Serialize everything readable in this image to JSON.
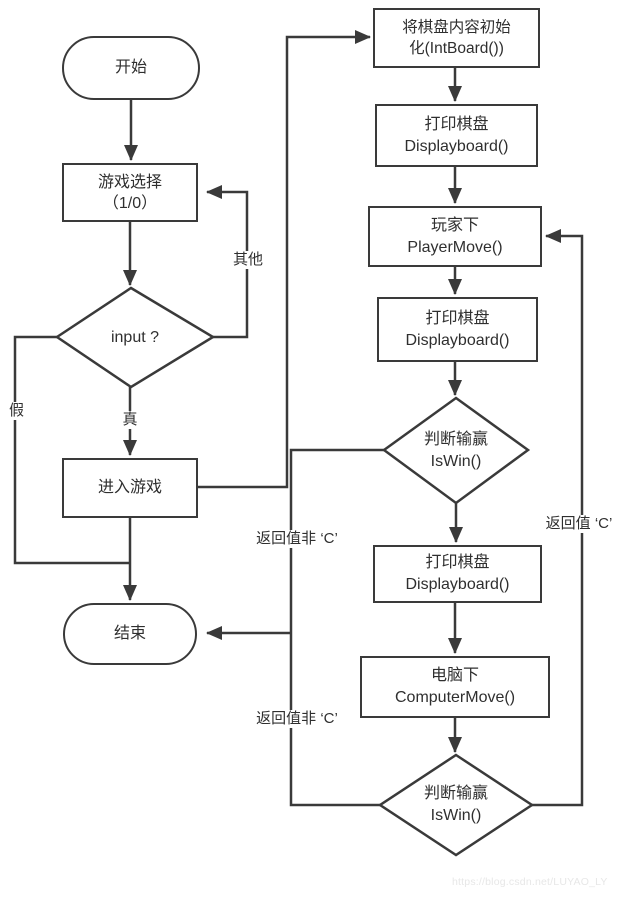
{
  "diagram": {
    "type": "flowchart",
    "description": "Tic-tac-toe game program flowchart (game select loop on left, game round loop on right)"
  },
  "nodes": {
    "start": {
      "shape": "terminator",
      "line1": "开始"
    },
    "game_select": {
      "shape": "process",
      "line1": "游戏选择",
      "line2": "（1/0）"
    },
    "input_decision": {
      "shape": "decision",
      "line1": "input ?"
    },
    "enter_game": {
      "shape": "process",
      "line1": "进入游戏"
    },
    "end": {
      "shape": "terminator",
      "line1": "结束"
    },
    "init_board": {
      "shape": "process",
      "line1": "将棋盘内容初始",
      "line2": "化(IntBoard())"
    },
    "display_board_1": {
      "shape": "process",
      "line1": "打印棋盘",
      "line2": "Displayboard()"
    },
    "player_move": {
      "shape": "process",
      "line1": "玩家下",
      "line2": "PlayerMove()"
    },
    "display_board_2": {
      "shape": "process",
      "line1": "打印棋盘",
      "line2": "Displayboard()"
    },
    "iswin_1": {
      "shape": "decision",
      "line1": "判断输赢",
      "line2": "IsWin()"
    },
    "display_board_3": {
      "shape": "process",
      "line1": "打印棋盘",
      "line2": "Displayboard()"
    },
    "computer_move": {
      "shape": "process",
      "line1": "电脑下",
      "line2": "ComputerMove()"
    },
    "iswin_2": {
      "shape": "decision",
      "line1": "判断输赢",
      "line2": "IsWin()"
    }
  },
  "edge_labels": {
    "other": "其他",
    "false": "假",
    "true": "真",
    "not_c_1": "返回值非 ‘C’",
    "c": "返回值 ‘C’",
    "not_c_2": "返回值非 ‘C’"
  },
  "watermark": "https://blog.csdn.net/LUYAO_LY",
  "colors": {
    "line": "#3a3a3a",
    "text": "#2f2f2f",
    "background": "#ffffff",
    "watermark": "#e7e7e7"
  }
}
